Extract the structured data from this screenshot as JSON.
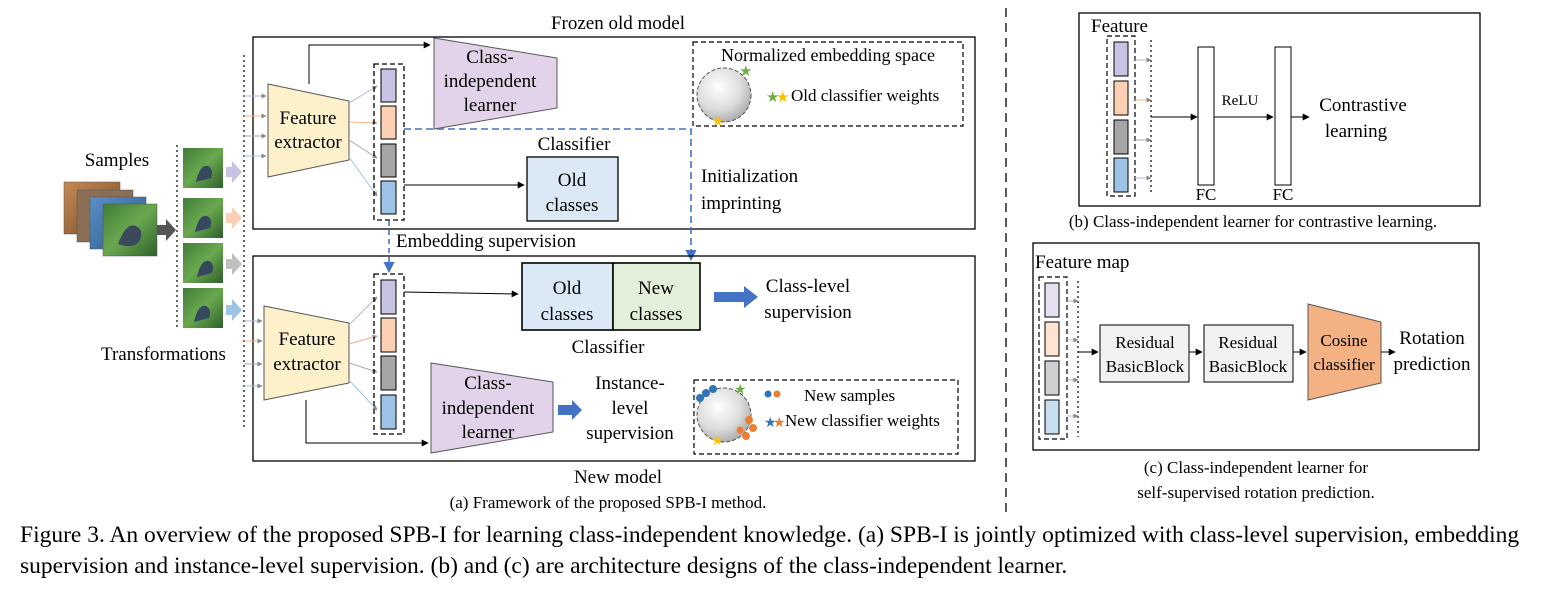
{
  "colors": {
    "feature_extractor": "#fdf1cc",
    "learner": "#e3d3ea",
    "old_classes": "#dbe8f5",
    "new_classes": "#e3efd8",
    "cosine_classifier": "#f4b183",
    "residual_block": "#f2f2f2",
    "supervision_arrow": "#4472c4",
    "embedding_dashed": "#4472c4",
    "cell_purple": "#c9c3e3",
    "cell_orange": "#fbd0b4",
    "cell_gray": "#a6a6a6",
    "cell_blue": "#9dc3e6"
  },
  "panel_a": {
    "samples_label": "Samples",
    "transformations_label": "Transformations",
    "old_model": {
      "title": "Frozen old model",
      "feature_extractor_line1": "Feature",
      "feature_extractor_line2": "extractor",
      "learner_line1": "Class-",
      "learner_line2": "independent",
      "learner_line3": "learner",
      "classifier_label": "Classifier",
      "old_classes_line1": "Old",
      "old_classes_line2": "classes",
      "embedding_space_title": "Normalized embedding space",
      "old_weights_label": "Old classifier  weights"
    },
    "init_line1": "Initialization",
    "init_line2": "imprinting",
    "embedding_supervision": "Embedding supervision",
    "new_model": {
      "title": "New model",
      "feature_extractor_line1": "Feature",
      "feature_extractor_line2": "extractor",
      "learner_line1": "Class-",
      "learner_line2": "independent",
      "learner_line3": "learner",
      "old_classes_line1": "Old",
      "old_classes_line2": "classes",
      "new_classes_line1": "New",
      "new_classes_line2": "classes",
      "classifier_label": "Classifier",
      "class_level_line1": "Class-level",
      "class_level_line2": "supervision",
      "instance_line1": "Instance-",
      "instance_line2": "level",
      "instance_line3": "supervision",
      "new_samples_label": "New samples",
      "new_weights_label": "New classifier  weights"
    },
    "caption": "(a) Framework of the proposed SPB-I method."
  },
  "panel_b": {
    "feature_label": "Feature",
    "relu_label": "ReLU",
    "fc1_label": "FC",
    "fc2_label": "FC",
    "output_line1": "Contrastive",
    "output_line2": "learning",
    "caption": "(b) Class-independent learner for contrastive learning."
  },
  "panel_c": {
    "feature_map_label": "Feature map",
    "block1_line1": "Residual",
    "block1_line2": "BasicBlock",
    "block2_line1": "Residual",
    "block2_line2": "BasicBlock",
    "cosine_line1": "Cosine",
    "cosine_line2": "classifier",
    "output_line1": "Rotation",
    "output_line2": "prediction",
    "caption_line1": "(c) Class-independent learner for",
    "caption_line2": "self-supervised rotation prediction."
  },
  "figure_caption": "Figure 3. An overview of the proposed SPB-I for learning class-independent knowledge.  (a) SPB-I is jointly optimized with class-level supervision, embedding supervision and instance-level supervision. (b) and (c) are architecture designs of the class-independent learner."
}
